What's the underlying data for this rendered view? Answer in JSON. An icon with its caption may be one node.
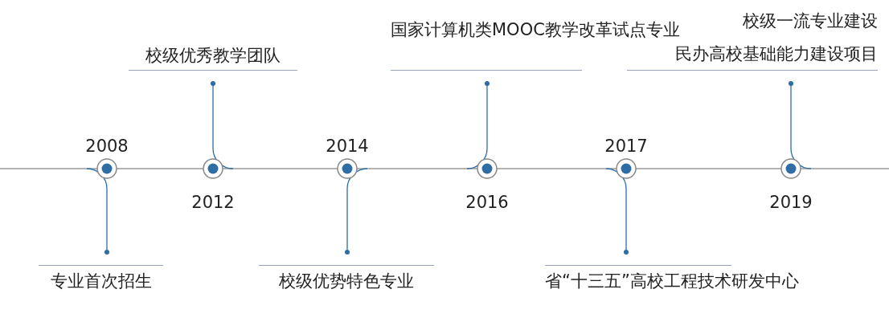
{
  "diagram": {
    "nodes": [
      {
        "text": [],
        "shape": "circle",
        "beside": [
          "2008"
        ]
      },
      {
        "text": [
          "专业首次招生"
        ]
      },
      {
        "text": [],
        "shape": "circle",
        "beside": [
          "2012"
        ]
      },
      {
        "text": [
          "校级优秀教学团队"
        ]
      },
      {
        "text": [],
        "shape": "circle",
        "beside": [
          "2014"
        ]
      },
      {
        "text": [
          "校级优势特色专业"
        ]
      },
      {
        "text": [],
        "shape": "circle",
        "beside": [
          "2016"
        ]
      },
      {
        "text": [
          "国家计算机类MOOC教学改革试点专业"
        ]
      },
      {
        "text": [],
        "shape": "circle",
        "beside": [
          "2017"
        ]
      },
      {
        "text": [
          "省“十三五”高校工程技术研发中心"
        ]
      },
      {
        "text": [],
        "shape": "circle",
        "beside": [
          "2019"
        ]
      },
      {
        "text": [
          "校级一流专业建设",
          "民办高校基础能力建设项目"
        ]
      }
    ],
    "edges": [
      {
        "from": 1,
        "to": 0,
        "arrow": "other"
      },
      {
        "from": 3,
        "to": 2,
        "arrow": "other"
      },
      {
        "from": 5,
        "to": 4,
        "arrow": "other"
      },
      {
        "from": 7,
        "to": 6,
        "arrow": "other"
      },
      {
        "from": 9,
        "to": 8,
        "arrow": "other"
      },
      {
        "from": 11,
        "to": 10,
        "arrow": "other"
      }
    ]
  }
}
